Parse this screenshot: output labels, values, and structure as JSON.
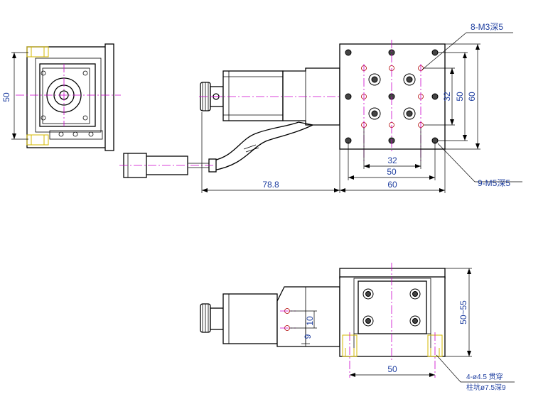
{
  "labels": {
    "m3_thread": "8-M3深5",
    "m5_thread": "9-M5深5",
    "thru_hole_line1": "4-ø4.5 贯穿",
    "thru_hole_line2": "柱坑ø7.5深9"
  },
  "dimensions": {
    "left_view_height": "50",
    "top_32_h": "32",
    "top_50_h": "50",
    "top_60_h": "60",
    "top_32_v": "32",
    "top_50_v": "50",
    "top_60_v": "60",
    "motor_length": "78.8",
    "front_stroke_10": "10",
    "front_9": "9",
    "front_height": "50~55",
    "front_mount_50": "50"
  },
  "colors": {
    "dimension_text": "#1f3fa0",
    "center_line": "#cc00cc",
    "screw_highlight": "#d4b800",
    "tapped_hole": "#b00000"
  }
}
